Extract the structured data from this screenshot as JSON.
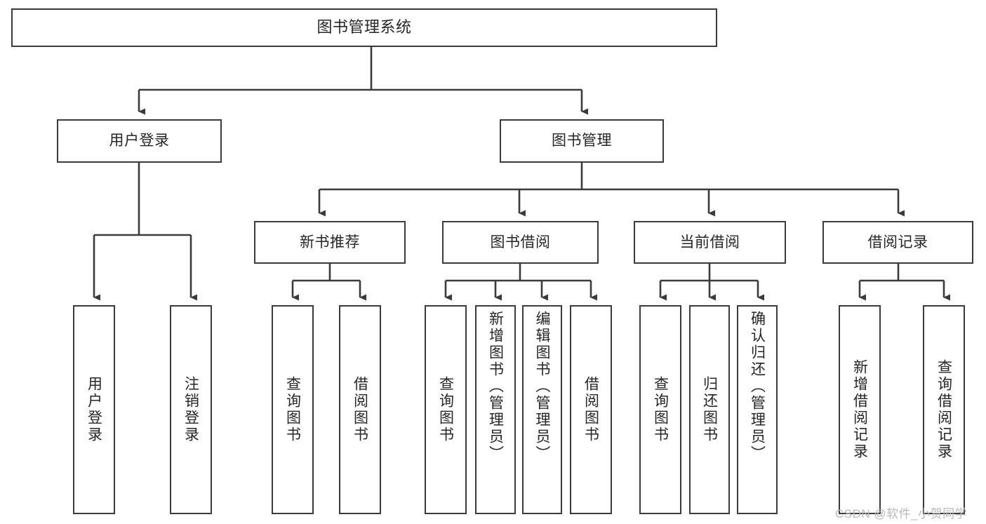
{
  "diagram": {
    "type": "tree",
    "title": "图书管理系统",
    "theme": {
      "background": "#ffffff",
      "box_border": "#3b3b3b",
      "box_fill": "#ffffff",
      "text": "#262626",
      "connector": "#3b3b3b",
      "watermark": "#b9b9b9"
    },
    "root": {
      "label": "图书管理系统"
    },
    "level2": [
      {
        "label": "用户登录"
      },
      {
        "label": "图书管理"
      }
    ],
    "level3": [
      {
        "label": "新书推荐"
      },
      {
        "label": "图书借阅"
      },
      {
        "label": "当前借阅"
      },
      {
        "label": "借阅记录"
      }
    ],
    "leaves": {
      "user_login": [
        {
          "label": "用户登录"
        },
        {
          "label": "注销登录"
        }
      ],
      "new_book": [
        {
          "label": "查询图书"
        },
        {
          "label": "借阅图书"
        }
      ],
      "book_borrow": [
        {
          "label": "查询图书"
        },
        {
          "label": "新增图书（管理员）"
        },
        {
          "label": "编辑图书（管理员）"
        },
        {
          "label": "借阅图书"
        }
      ],
      "current_borrow": [
        {
          "label": "查询图书"
        },
        {
          "label": "归还图书"
        },
        {
          "label": "确认归还（管理员）"
        }
      ],
      "borrow_record": [
        {
          "label": "新增借阅记录"
        },
        {
          "label": "查询借阅记录"
        }
      ]
    }
  },
  "watermark": {
    "text": "CSDN @软件_小贺同学"
  }
}
